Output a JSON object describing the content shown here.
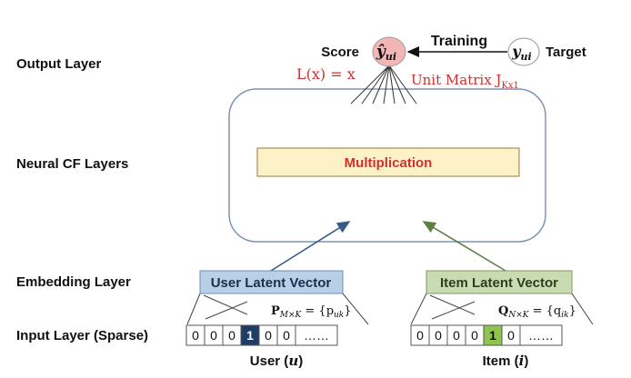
{
  "layers": {
    "output": "Output Layer",
    "neural": "Neural CF Layers",
    "embedding": "Embedding Layer",
    "input": "Input Layer (Sparse)"
  },
  "output": {
    "score_label": "Score",
    "score_symbol": "ŷ",
    "score_sub": "ui",
    "training_label": "Training",
    "target_symbol": "y",
    "target_sub": "ui",
    "target_label": "Target",
    "loss_text": "L(x) = x",
    "unit_matrix_text": "Unit Matrix J",
    "unit_matrix_sub": "Kx1"
  },
  "neural": {
    "operation": "Multiplication"
  },
  "user": {
    "latent_label": "User Latent Vector",
    "matrix_left": "P",
    "matrix_sub": "M×K",
    "matrix_right": " = {p",
    "matrix_right_sub": "uk",
    "matrix_close": "}",
    "input_cells": [
      "0",
      "0",
      "0",
      "1",
      "0",
      "0",
      "……"
    ],
    "caption_main": "User (",
    "caption_var": "u",
    "caption_close": ")"
  },
  "item": {
    "latent_label": "Item Latent Vector",
    "matrix_left": "Q",
    "matrix_sub": "N×K",
    "matrix_right": " = {q",
    "matrix_right_sub": "ik",
    "matrix_close": "}",
    "input_cells": [
      "0",
      "0",
      "0",
      "0",
      "1",
      "0",
      "……"
    ],
    "caption_main": "Item (",
    "caption_var": "i",
    "caption_close": ")"
  },
  "colors": {
    "score_fill": "#f2b6b6",
    "red_text": "#d0312d",
    "mult_fill": "#fdf1c7",
    "mult_border": "#9a7b3a",
    "user_latent_fill": "#b8cfe6",
    "user_latent_border": "#6e8fb5",
    "user_active": "#1f3d66",
    "user_arrow": "#3b5a86",
    "item_latent_fill": "#c9dbb3",
    "item_latent_border": "#7e9a63",
    "item_active": "#8fc44e",
    "item_arrow": "#5f7f45",
    "box_border": "#7f93b5"
  }
}
